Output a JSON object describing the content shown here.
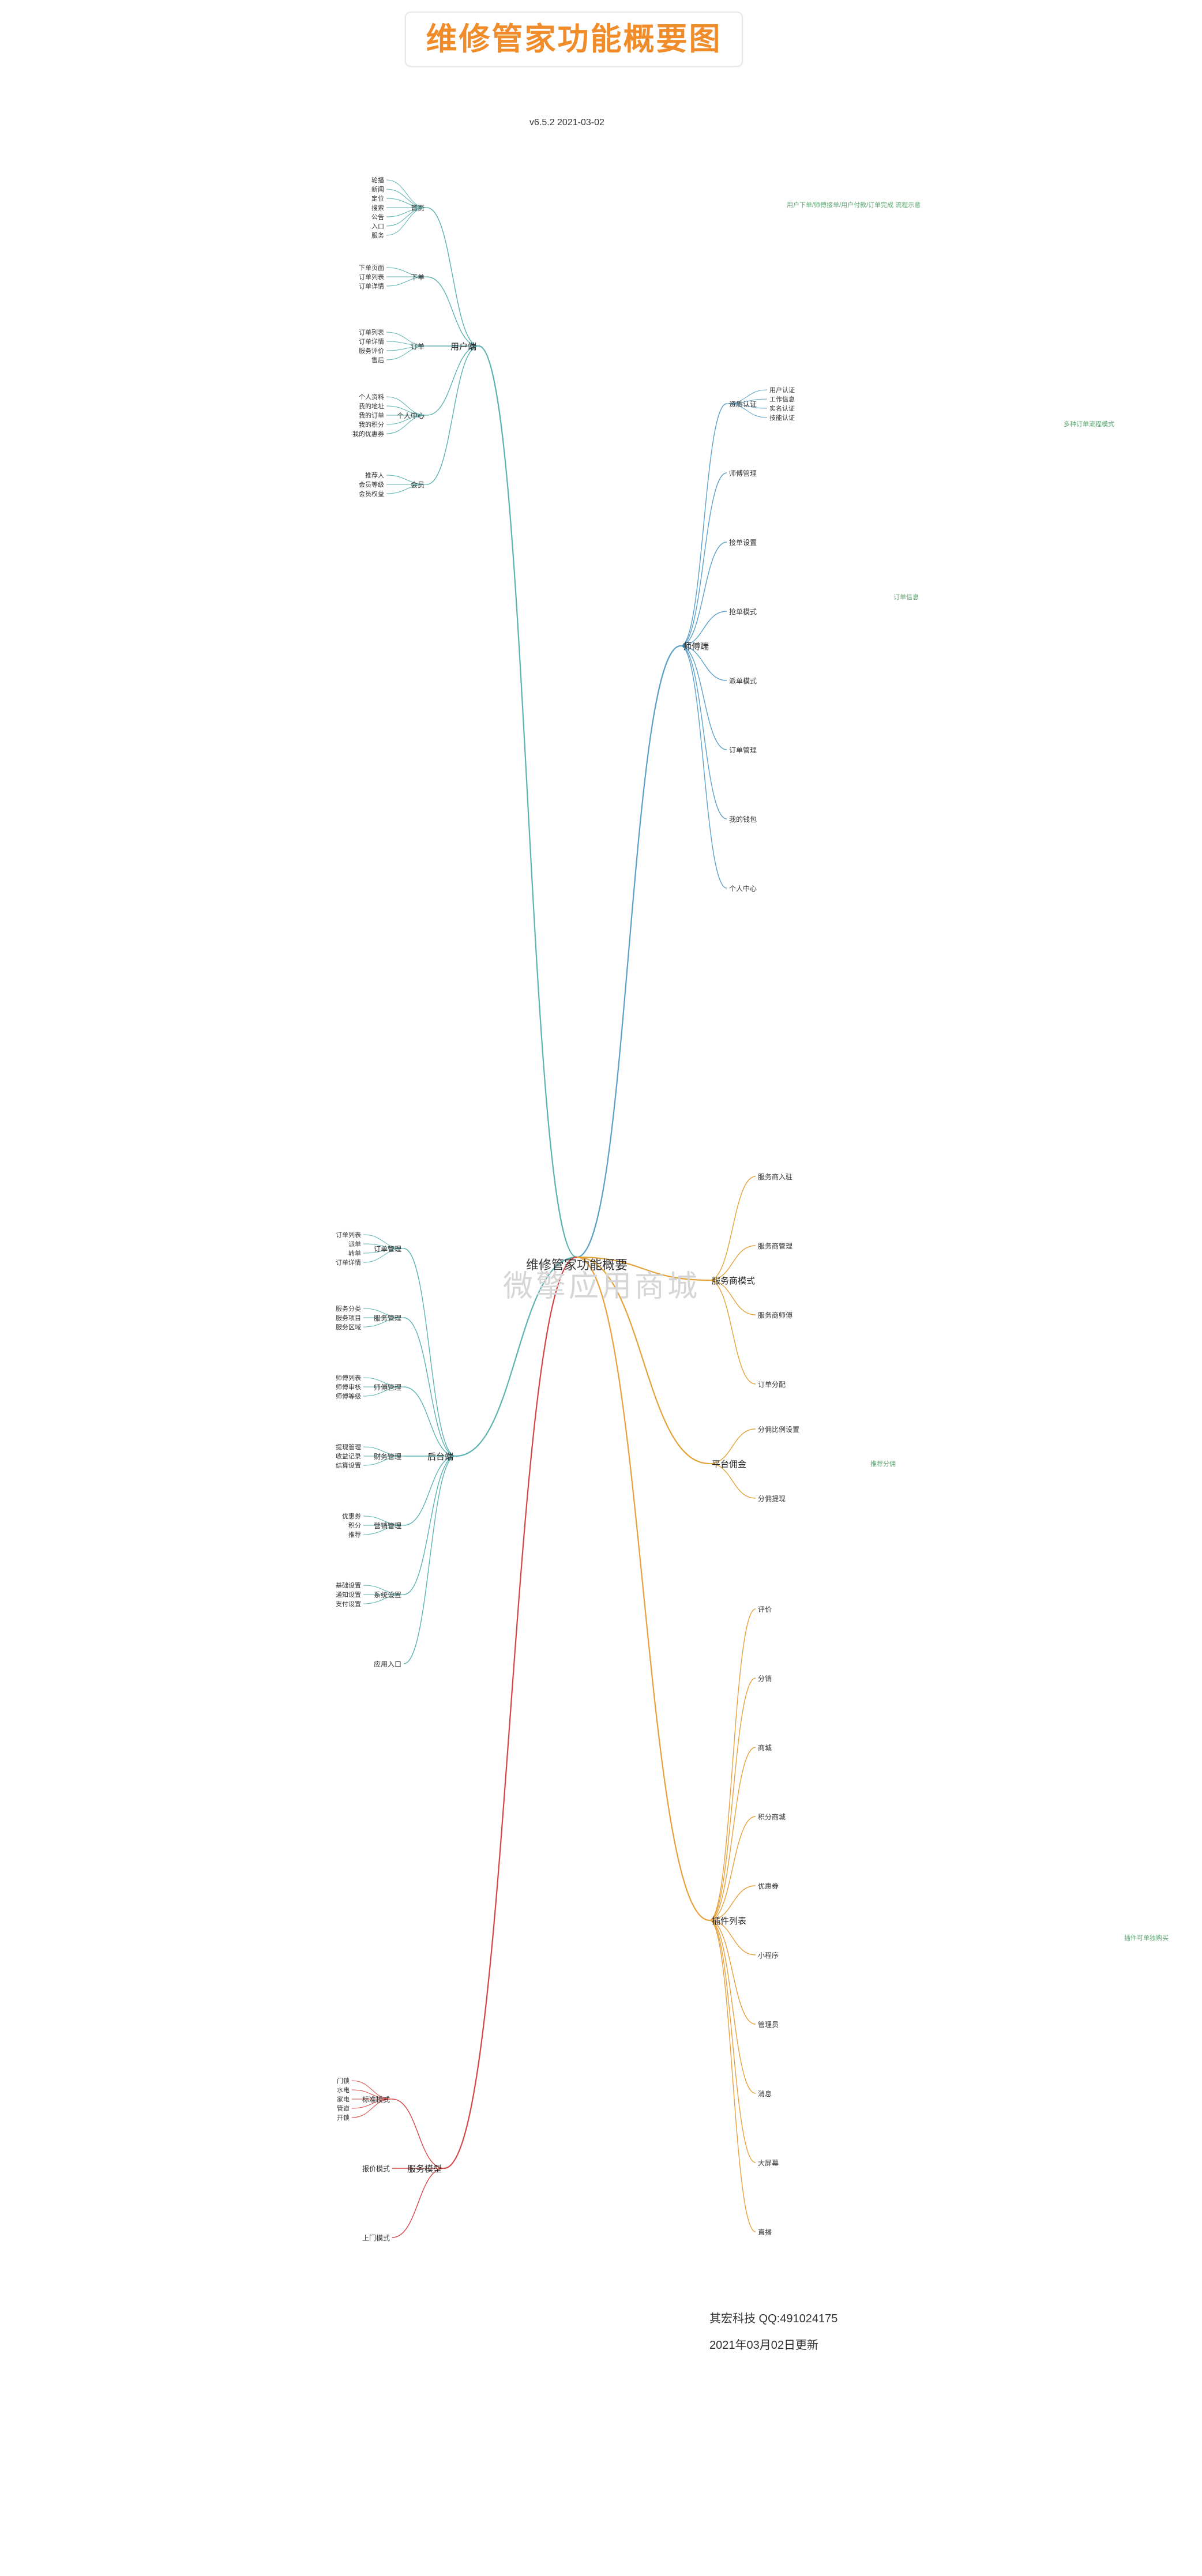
{
  "title": "维修管家功能概要图",
  "version": "v6.5.2 2021-03-02",
  "center_label": "维修管家功能概要",
  "watermark": "微擎应用商城",
  "footer": {
    "company": "其宏科技 QQ:491024175",
    "updated": "2021年03月02日更新"
  },
  "colors": {
    "title": "#f08c2a",
    "user_branch": "#5cb3b1",
    "repair_branch": "#5aa0c8",
    "extra_branch": "#e3a33a",
    "plugin_branch": "#e8a03c",
    "service_branch": "#d64545",
    "note": "#5aa36f"
  },
  "branches": [
    {
      "label": "用户端",
      "side": "left",
      "color": "#5cb3b1",
      "children": [
        {
          "label": "首页",
          "children": [
            "轮播",
            "新闻",
            "定位",
            "搜索",
            "公告",
            "入口",
            "服务"
          ]
        },
        {
          "label": "下单",
          "children": [
            "下单页面",
            "订单列表",
            "订单详情"
          ]
        },
        {
          "label": "订单",
          "children": [
            "订单列表",
            "订单详情",
            "服务评价",
            "售后"
          ]
        },
        {
          "label": "个人中心",
          "children": [
            "个人资料",
            "我的地址",
            "我的订单",
            "我的积分",
            "我的优惠券"
          ]
        },
        {
          "label": "会员",
          "children": [
            "推荐人",
            "会员等级",
            "会员权益"
          ]
        }
      ]
    },
    {
      "label": "后台端",
      "side": "left",
      "color": "#5cb3b1",
      "children": [
        {
          "label": "订单管理",
          "children": [
            "订单列表",
            "派单",
            "转单",
            "订单详情"
          ]
        },
        {
          "label": "服务管理",
          "children": [
            "服务分类",
            "服务项目",
            "服务区域"
          ]
        },
        {
          "label": "师傅管理",
          "children": [
            "师傅列表",
            "师傅审核",
            "师傅等级"
          ]
        },
        {
          "label": "财务管理",
          "children": [
            "提现管理",
            "收益记录",
            "结算设置"
          ]
        },
        {
          "label": "营销管理",
          "children": [
            "优惠券",
            "积分",
            "推荐"
          ]
        },
        {
          "label": "系统设置",
          "children": [
            "基础设置",
            "通知设置",
            "支付设置"
          ]
        },
        {
          "label": "应用入口"
        }
      ]
    },
    {
      "label": "服务模型",
      "side": "left",
      "color": "#d64545",
      "children": [
        {
          "label": "标准模式",
          "children": [
            "门锁",
            "水电",
            "家电",
            "管道",
            "开锁"
          ]
        },
        {
          "label": "报价模式"
        },
        {
          "label": "上门模式"
        }
      ]
    },
    {
      "label": "师傅端",
      "side": "right",
      "color": "#5aa0c8",
      "children": [
        {
          "label": "资质认证",
          "children": [
            "用户认证",
            "工作信息",
            "实名认证",
            "技能认证"
          ]
        },
        {
          "label": "师傅管理"
        },
        {
          "label": "接单设置"
        },
        {
          "label": "抢单模式"
        },
        {
          "label": "派单模式"
        },
        {
          "label": "订单管理"
        },
        {
          "label": "我的钱包"
        },
        {
          "label": "个人中心"
        }
      ]
    },
    {
      "label": "服务商模式",
      "side": "right",
      "color": "#e3a33a",
      "children": [
        {
          "label": "服务商入驻"
        },
        {
          "label": "服务商管理"
        },
        {
          "label": "服务商师傅"
        },
        {
          "label": "订单分配"
        }
      ]
    },
    {
      "label": "平台佣金",
      "side": "right",
      "color": "#e3a33a",
      "children": [
        {
          "label": "分佣比例设置"
        },
        {
          "label": "分佣提现"
        }
      ]
    },
    {
      "label": "插件列表",
      "side": "right",
      "color": "#e8a03c",
      "children": [
        {
          "label": "评价"
        },
        {
          "label": "分销"
        },
        {
          "label": "商城"
        },
        {
          "label": "积分商城"
        },
        {
          "label": "优惠券"
        },
        {
          "label": "小程序"
        },
        {
          "label": "管理员"
        },
        {
          "label": "消息"
        },
        {
          "label": "大屏幕"
        },
        {
          "label": "直播"
        }
      ]
    }
  ],
  "notes": [
    "用户下单/师傅接单/用户付款/订单完成 流程示意",
    "多种订单流程模式",
    "订单信息",
    "推荐分佣",
    "插件可单独购买"
  ]
}
